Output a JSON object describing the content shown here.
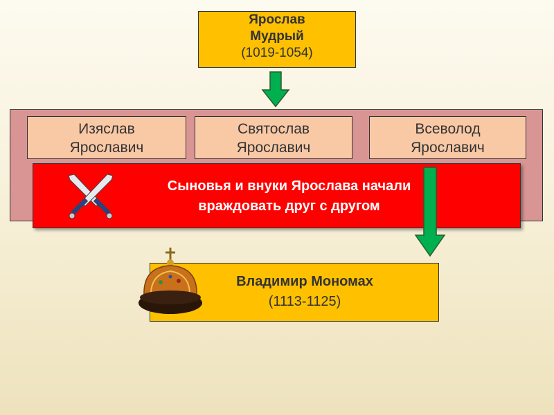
{
  "top": {
    "name_line1": "Ярослав",
    "name_line2": "Мудрый",
    "dates": "(1019-1054)"
  },
  "sons": [
    {
      "line1": "Изяслав",
      "line2": "Ярославич"
    },
    {
      "line1": "Святослав",
      "line2": "Ярославич"
    },
    {
      "line1": "Всеволод",
      "line2": "Ярославич"
    }
  ],
  "conflict": {
    "line1": "Сыновья и внуки Ярослава начали",
    "line2": "враждовать друг с другом"
  },
  "bottom": {
    "name": "Владимир Мономах",
    "dates": "(1113-1125)"
  },
  "icons": [
    "crossed-swords-icon",
    "monomakh-cap-icon",
    "arrow-down-icon"
  ],
  "colors": {
    "gold_box": "#ffc000",
    "son_box": "#f9c8a5",
    "band": "#d99594",
    "conflict_box": "#ff0000",
    "arrow": "#00b050"
  }
}
